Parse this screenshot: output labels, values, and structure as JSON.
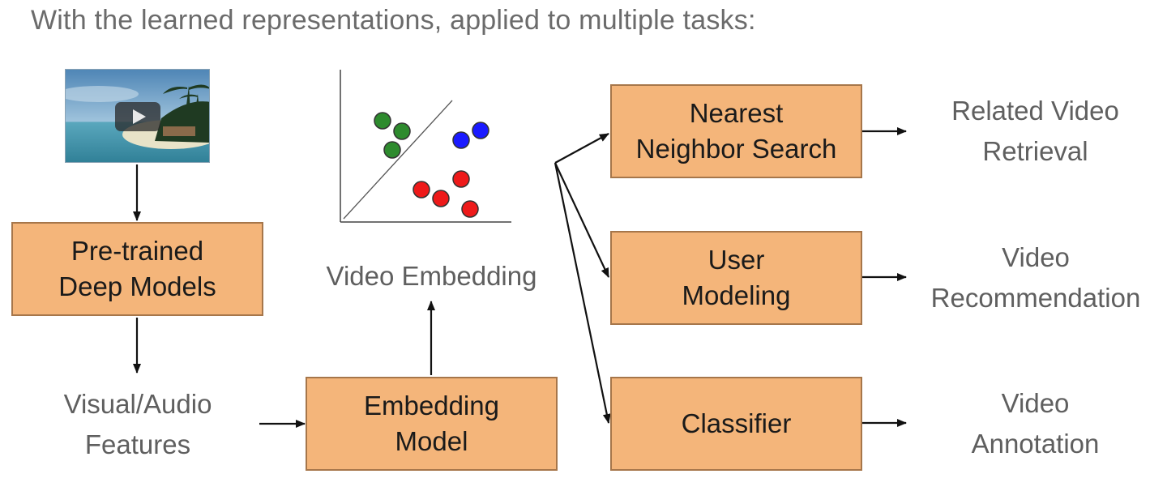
{
  "headline": "With the learned representations, applied to multiple tasks:",
  "boxes": {
    "pretrained": [
      "Pre-trained",
      "Deep Models"
    ],
    "embedding_model": [
      "Embedding",
      "Model"
    ],
    "nearest_neighbor": [
      "Nearest",
      "Neighbor Search"
    ],
    "user_modeling": [
      "User",
      "Modeling"
    ],
    "classifier": [
      "Classifier"
    ]
  },
  "labels": {
    "features": [
      "Visual/Audio",
      "Features"
    ],
    "video_embedding": "Video Embedding",
    "related_video": [
      "Related Video",
      "Retrieval"
    ],
    "recommendation": [
      "Video",
      "Recommendation"
    ],
    "annotation": [
      "Video",
      "Annotation"
    ]
  },
  "colors": {
    "box_fill": "#f4b57a",
    "box_border": "#a6764a",
    "cluster_green": "#2e8b2e",
    "cluster_blue": "#1a1aff",
    "cluster_red": "#ee1a1a",
    "text_gray": "#6b6b6b"
  },
  "icons": [
    "play-icon",
    "video-thumbnail"
  ]
}
